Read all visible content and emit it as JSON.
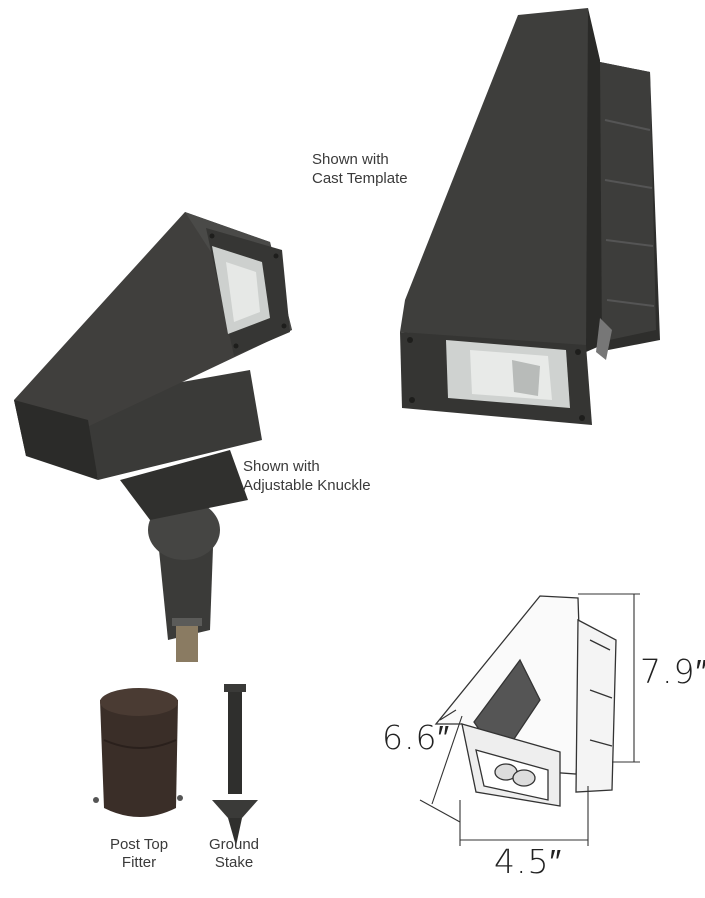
{
  "captions": {
    "cast_template_line1": "Shown with",
    "cast_template_line2": "Cast Template",
    "knuckle_line1": "Shown with",
    "knuckle_line2": "Adjustable Knuckle"
  },
  "accessories": {
    "post_top_fitter_line1": "Post Top",
    "post_top_fitter_line2": "Fitter",
    "ground_stake_line1": "Ground",
    "ground_stake_line2": "Stake"
  },
  "dimensions": {
    "height": "7.9″",
    "depth": "6.6″",
    "width": "4.5″"
  },
  "colors": {
    "fixture_body": "#3c3c3a",
    "fixture_shadow": "#262624",
    "lens": "#d6d8d6",
    "drawing_line": "#333333"
  }
}
